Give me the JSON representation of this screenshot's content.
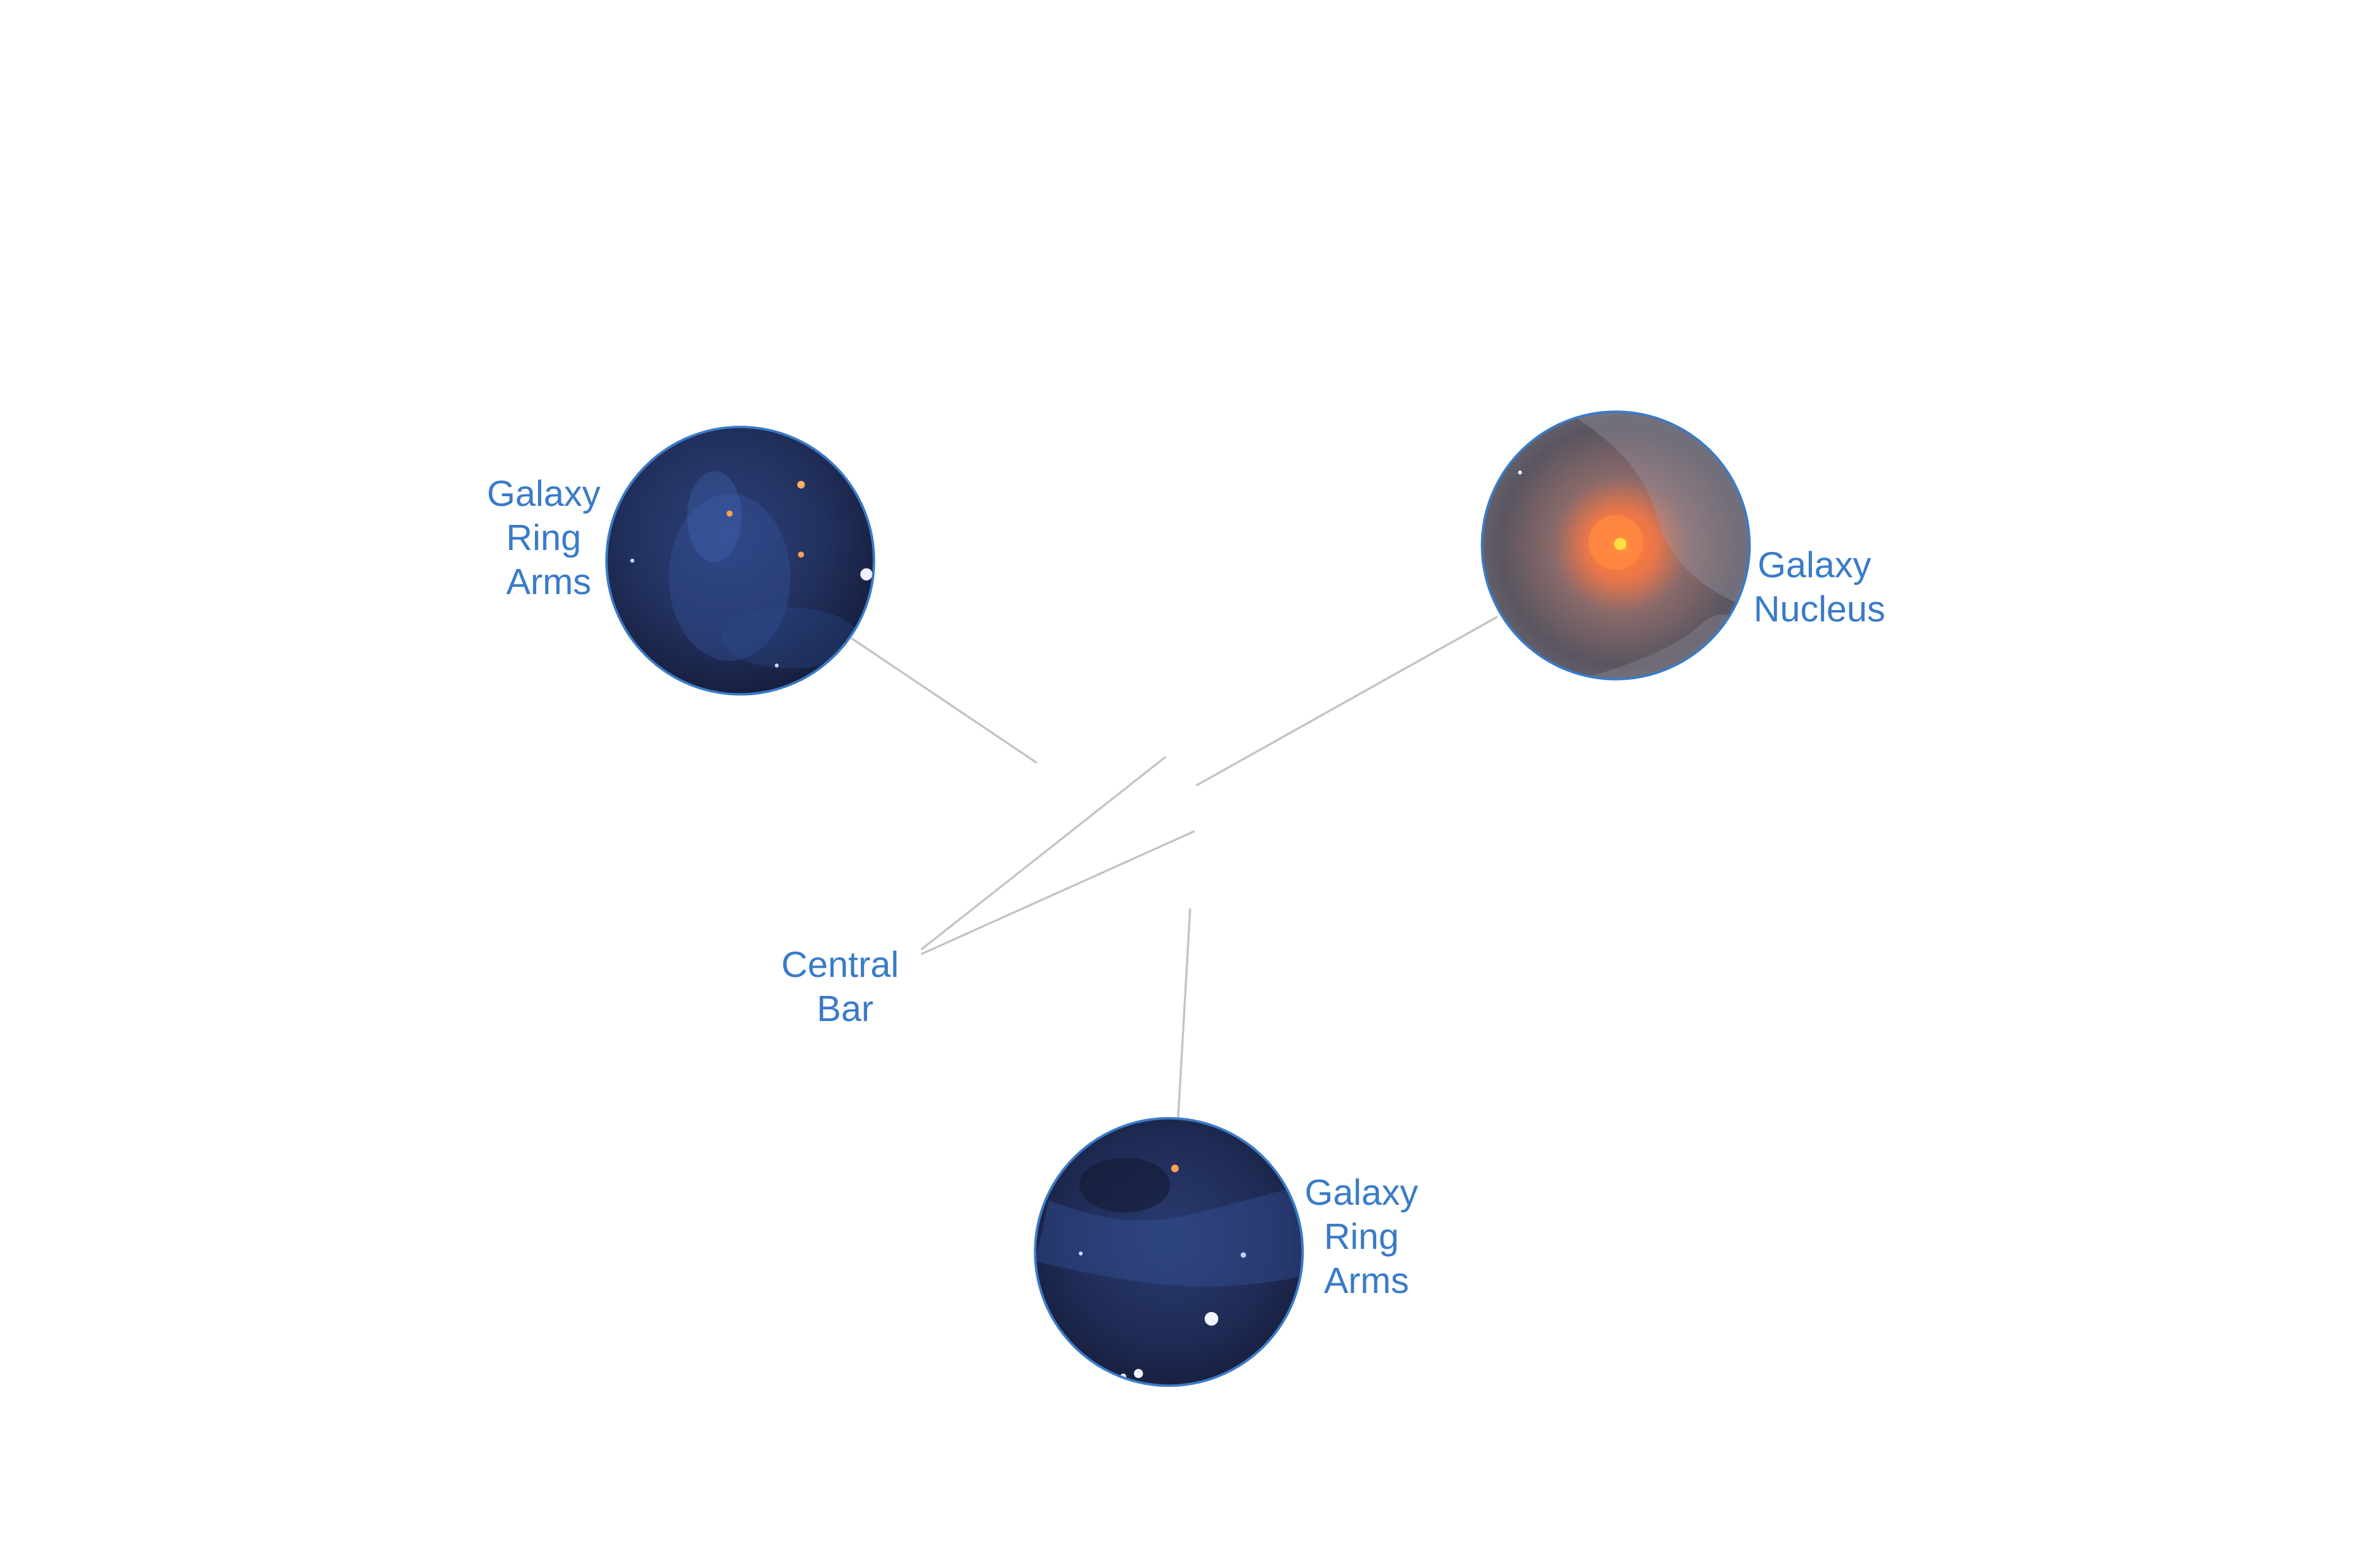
{
  "labels": {
    "ring_arms_left": [
      "Galaxy",
      "Ring",
      "Arms"
    ],
    "nucleus": [
      "Galaxy",
      "Nucleus"
    ],
    "central_bar": [
      "Central",
      "Bar"
    ],
    "ring_arms_bottom": [
      "Galaxy",
      "Ring",
      "Arms"
    ]
  },
  "colors": {
    "label": "#3a7bc8",
    "circle_border": "#3a7bc8",
    "leader_line": "#c4c4c4",
    "arms_bg": "#1c2a52",
    "nucleus_core": "#f08a3c"
  }
}
